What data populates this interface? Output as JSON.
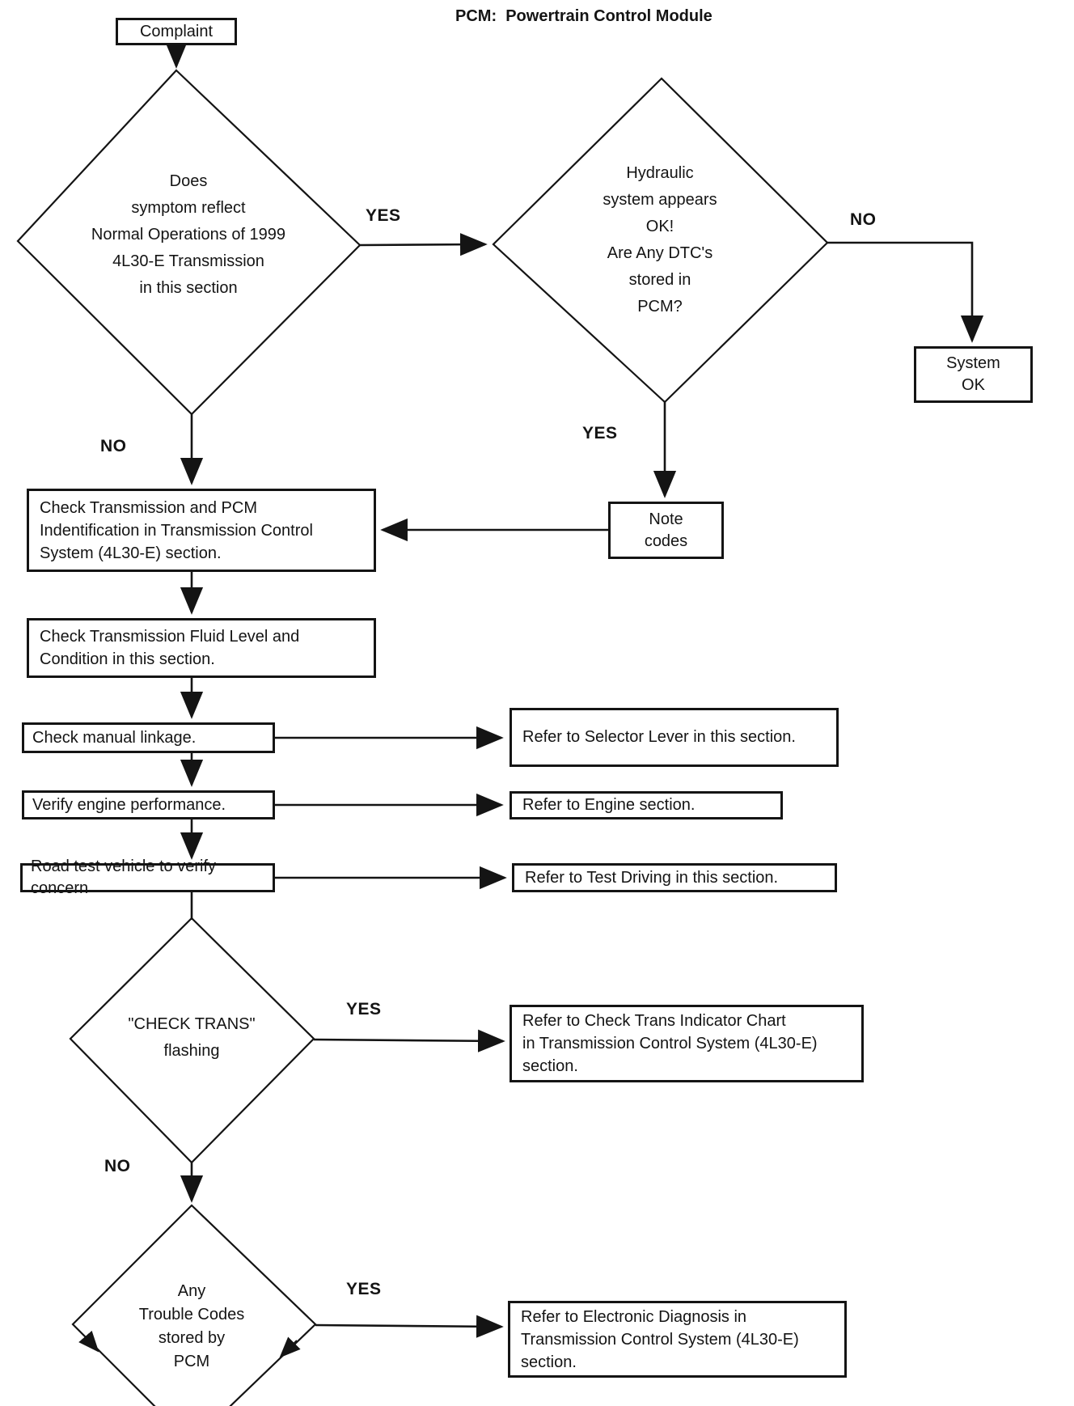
{
  "legend": {
    "title": "PCM:  Powertrain Control Module"
  },
  "flow": {
    "complaint": "Complaint",
    "decision_symptom": "Does\nsymptom reflect\nNormal Operations of 1999\n4L30-E Transmission\nin this section",
    "decision_hydraulic": "Hydraulic\nsystem appears\nOK!\nAre Any DTC's\nstored in\nPCM?",
    "system_ok": "System\nOK",
    "note_codes": "Note\ncodes",
    "check_trans_pcm_id": "Check Transmission and PCM\nIndentification in Transmission Control\nSystem (4L30-E) section.",
    "check_fluid": "Check Transmission Fluid Level and\nCondition in this section.",
    "check_manual_linkage": "Check manual linkage.",
    "refer_selector_lever": "Refer to Selector Lever in this section.",
    "verify_engine": "Verify engine performance.",
    "refer_engine": "Refer to Engine section.",
    "road_test": "Road test vehicle to verify concern",
    "refer_test_driving": "Refer to Test Driving in this section.",
    "decision_check_trans": "\"CHECK TRANS\"\nflashing",
    "refer_check_trans_chart": "Refer to Check Trans Indicator Chart\nin Transmission Control System (4L30-E)\nsection.",
    "decision_trouble_codes": "Any\nTrouble Codes\nstored by\nPCM",
    "refer_electronic_diag": "Refer to Electronic Diagnosis in\nTransmission Control System (4L30-E)\nsection."
  },
  "labels": {
    "yes": "YES",
    "no": "NO"
  },
  "colors": {
    "ink": "#141414",
    "paper": "#ffffff"
  }
}
